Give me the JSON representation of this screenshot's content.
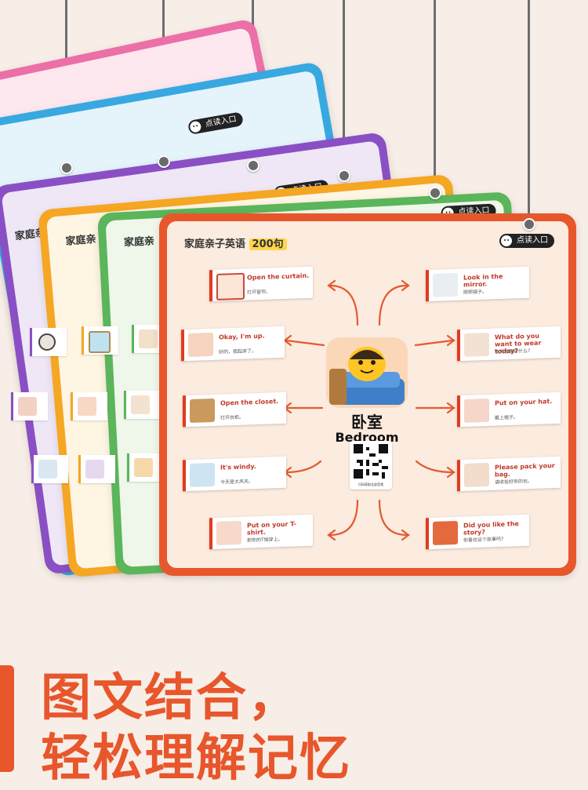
{
  "button_label": "点读入口",
  "back_card_title": "家庭亲",
  "main_card": {
    "title_prefix": "家庭亲子英语",
    "title_highlight": "200句",
    "center_zh": "卧室",
    "center_en": "Bedroom",
    "qr_caption": "扫码获取全部音频",
    "phrases": [
      {
        "en": "Open the curtain.",
        "zh": "打开窗帘。"
      },
      {
        "en": "Look in the mirror.",
        "zh": "照照镜子。"
      },
      {
        "en": "Okay, I'm up.",
        "zh": "好的，我起床了。"
      },
      {
        "en": "What do you want to wear today?",
        "zh": "今天你想穿什么？"
      },
      {
        "en": "Open the closet.",
        "zh": "打开衣柜。"
      },
      {
        "en": "Put on your hat.",
        "zh": "戴上帽子。"
      },
      {
        "en": "It's windy.",
        "zh": "今天是大风天。"
      },
      {
        "en": "Please pack your bag.",
        "zh": "请收拾好你的包。"
      },
      {
        "en": "Put on your T-shirt.",
        "zh": "把你的T恤穿上。"
      },
      {
        "en": "Did you like the story?",
        "zh": "你喜欢这个故事吗？"
      }
    ]
  },
  "headline": {
    "line1": "图文结合，",
    "line2": "轻松理解记忆"
  },
  "colors": {
    "accent": "#e8562c",
    "pink": "#ec6fa8",
    "blue": "#38a8e0",
    "purple": "#8a4fc4",
    "yellow": "#f5a623",
    "green": "#5bb55a"
  }
}
